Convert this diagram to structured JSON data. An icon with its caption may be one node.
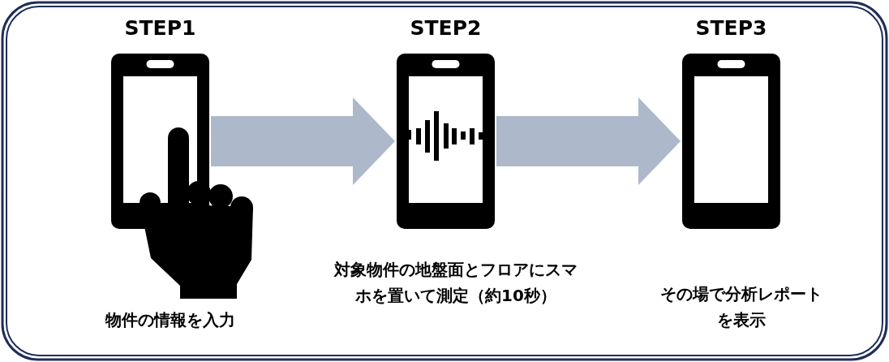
{
  "diagram": {
    "nodes": [
      {
        "text": [
          "STEP1"
        ],
        "beside": [
          "物件の情報を入力"
        ]
      },
      {
        "text": [
          "STEP2"
        ],
        "beside": [
          "対象物件の地盤面とフロアにスマホを置いて測定（約10秒）"
        ]
      },
      {
        "text": [
          "STEP3"
        ],
        "beside": [
          "その場で分析レポートを表示"
        ]
      }
    ],
    "edges": [
      {
        "from": 0,
        "to": 1,
        "arrow": "to"
      },
      {
        "from": 1,
        "to": 2,
        "arrow": "to"
      }
    ]
  }
}
